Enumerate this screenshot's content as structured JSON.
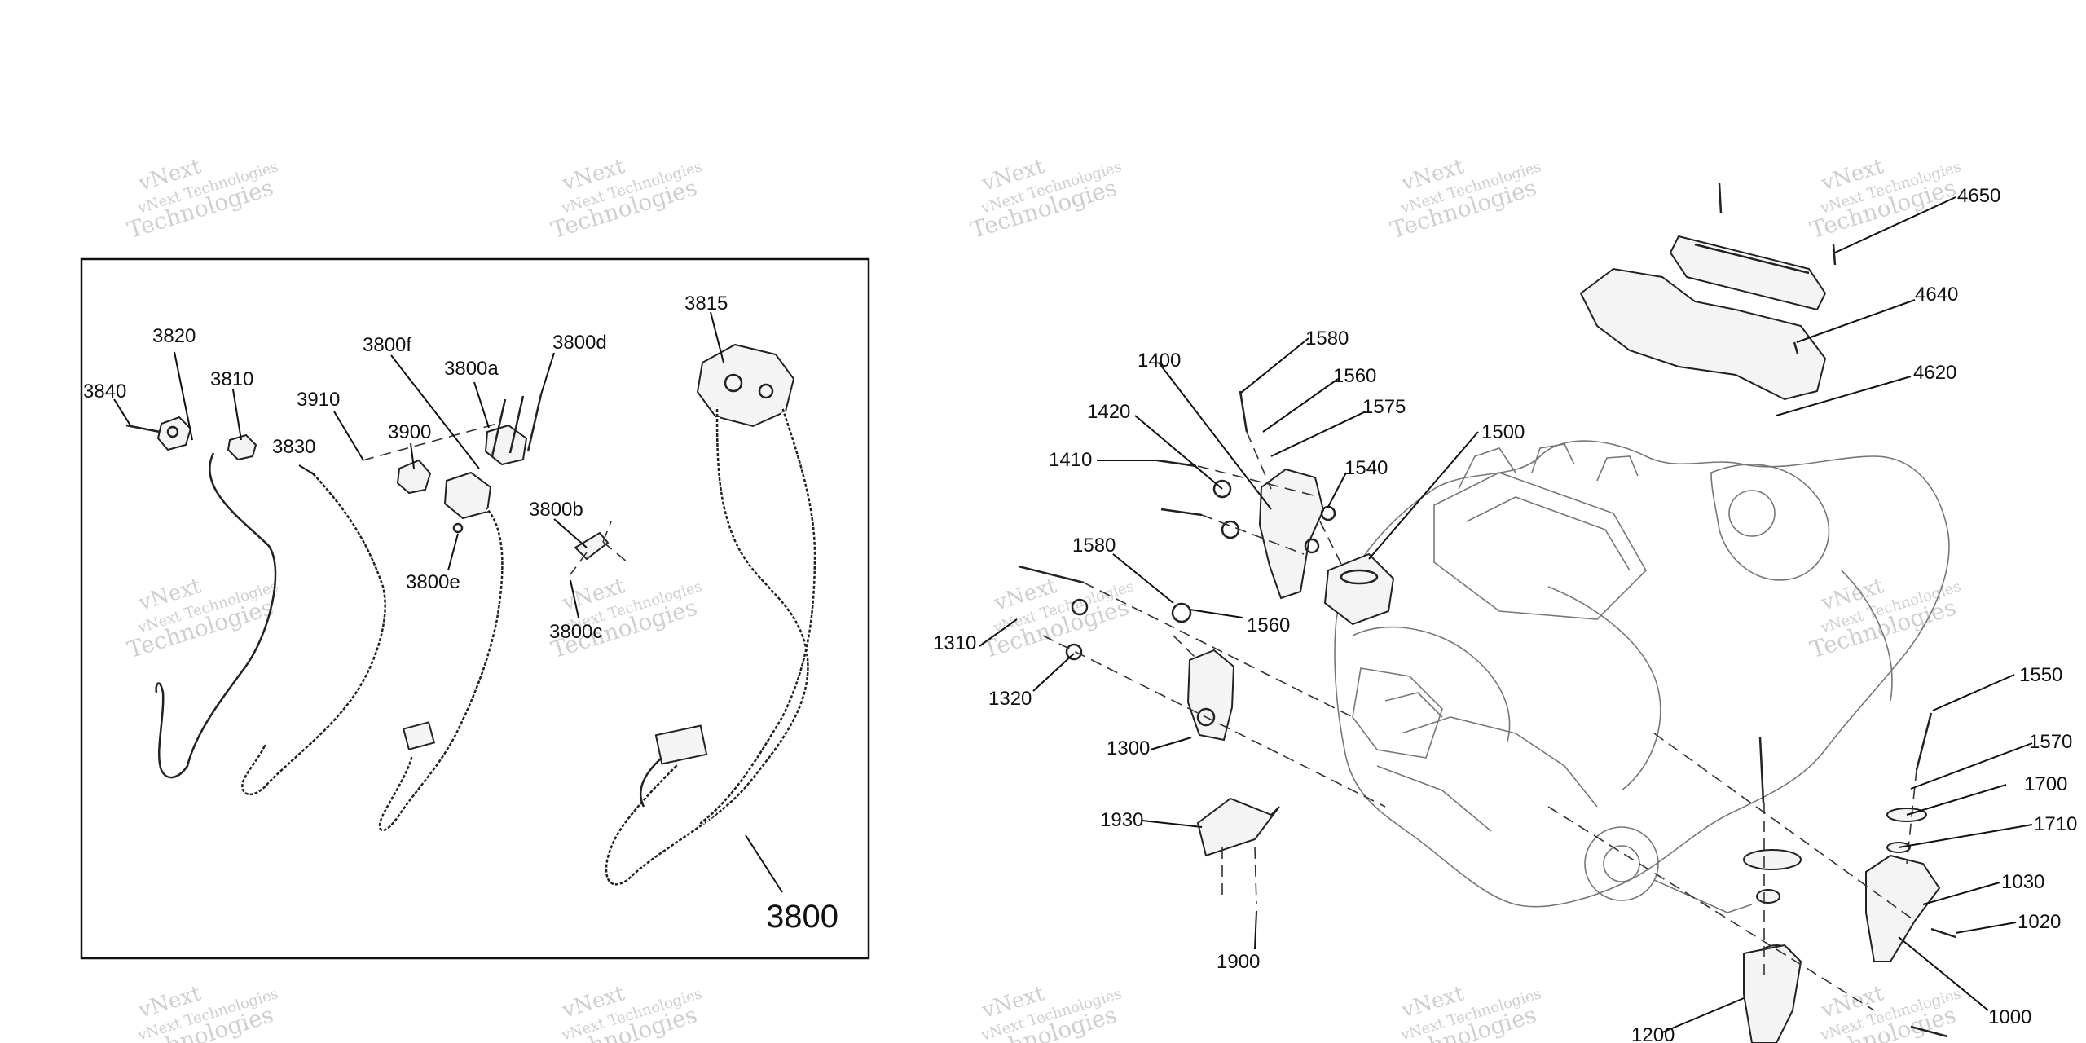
{
  "watermark": {
    "line1": "vNext",
    "line2": "vNext Technologies",
    "line3": "Technologies"
  },
  "inset_labels": [
    "3820",
    "3810",
    "3840",
    "3910",
    "3830",
    "3900",
    "3800f",
    "3800a",
    "3800d",
    "3815",
    "3800b",
    "3800e",
    "3800c",
    "3800"
  ],
  "main_labels": [
    "1580",
    "1560",
    "1400",
    "1575",
    "1420",
    "1500",
    "1410",
    "1540",
    "1580",
    "1560",
    "1310",
    "1320",
    "1300",
    "1930",
    "1900",
    "4650",
    "4640",
    "4620",
    "1550",
    "1570",
    "1700",
    "1710",
    "1030",
    "1020",
    "1000",
    "1200"
  ]
}
